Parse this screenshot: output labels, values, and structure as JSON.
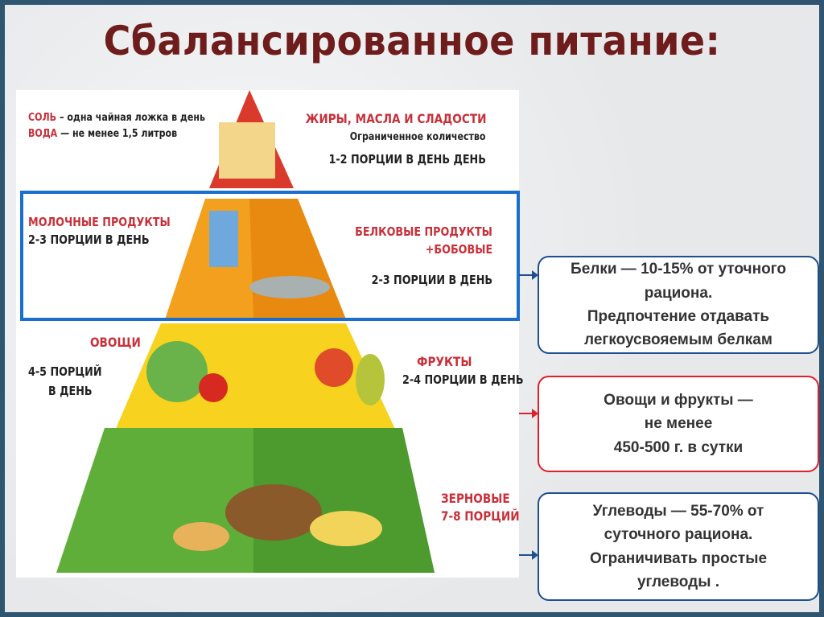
{
  "title": "Сбалансированное питание:",
  "pyramid": {
    "salt_label": "СОЛЬ",
    "salt_text": " – одна чайная ложка в день",
    "water_label": "ВОДА",
    "water_text": " — не менее 1,5 литров",
    "fats_title": "ЖИРЫ, МАСЛА И СЛАДОСТИ",
    "fats_sub": "Ограниченное количество",
    "fats_portions": "1-2 ПОРЦИИ В ДЕНЬ  ДЕНЬ",
    "dairy_title": "МОЛОЧНЫЕ ПРОДУКТЫ",
    "dairy_portions": "2-3 ПОРЦИИ В ДЕНЬ",
    "protein_title": "БЕЛКОВЫЕ ПРОДУКТЫ",
    "protein_title2": "+БОБОВЫЕ",
    "protein_portions": "2-3 ПОРЦИИ В ДЕНЬ",
    "veg_title": "ОВОЩИ",
    "veg_portions": "4-5 ПОРЦИЙ",
    "veg_portions2": "В ДЕНЬ",
    "fruit_title": "ФРУКТЫ",
    "fruit_portions": "2-4 ПОРЦИИ В ДЕНЬ",
    "grain_title": "ЗЕРНОВЫЕ",
    "grain_portions": "7-8 ПОРЦИЙ"
  },
  "boxes": [
    {
      "lines": [
        "Белки — 10-15% от уточного",
        "рациона.",
        "Предпочтение отдавать",
        "легкоусвояемым белкам"
      ]
    },
    {
      "lines": [
        "Овощи и фрукты —",
        "не менее",
        "450-500 г. в сутки"
      ]
    },
    {
      "lines": [
        "Углеводы — 55-70% от",
        "суточного рациона.",
        "Ограничивать простые",
        "углеводы ."
      ]
    }
  ],
  "colors": {
    "title": "#6e1c1c",
    "highlight": "#1a6fcd",
    "box_blue": "#1f4f8e",
    "box_red": "#e0202c"
  }
}
